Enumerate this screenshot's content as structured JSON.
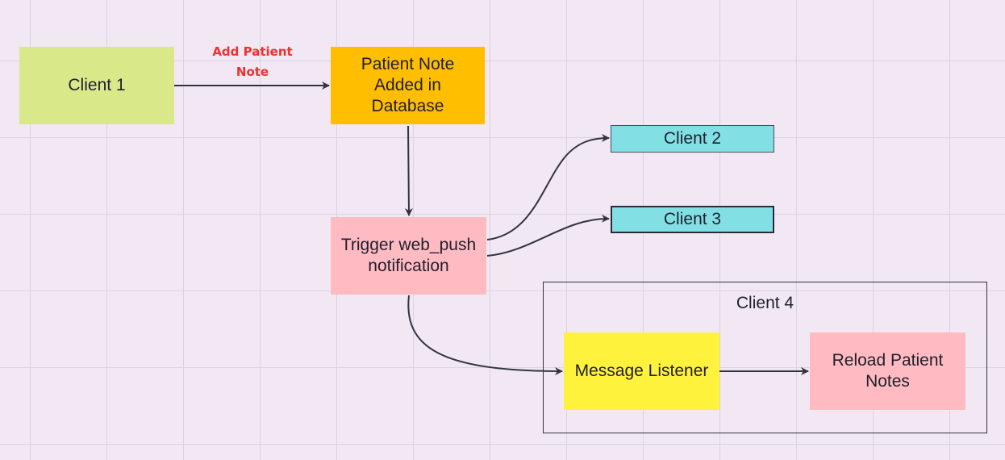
{
  "diagram": {
    "nodes": {
      "client1": "Client 1",
      "patient_note": "Patient Note\nAdded in\nDatabase",
      "trigger": "Trigger web_push\nnotification",
      "client2": "Client 2",
      "client3": "Client 3",
      "listener": "Message Listener",
      "reload": "Reload Patient\nNotes"
    },
    "group": {
      "label": "Client 4"
    },
    "edge_labels": {
      "add_note": "Add Patient\nNote"
    },
    "colors": {
      "background": "#f1e8f3",
      "client1": "#d9e98a",
      "patient_note": "#ffbe00",
      "trigger": "#ffbbc1",
      "client_cyan": "#82e0e5",
      "listener": "#fff23d",
      "reload": "#ffbbc1",
      "edge_label": "#f0302e",
      "edge": "#333340"
    }
  }
}
